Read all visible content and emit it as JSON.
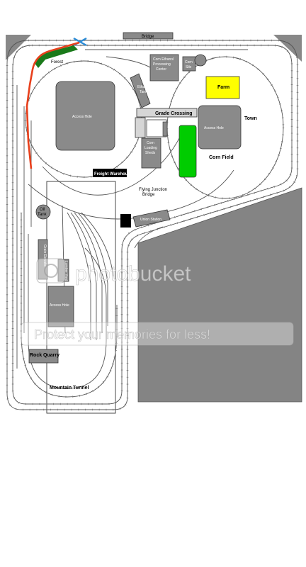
{
  "labels": {
    "bridge": "Bridge",
    "forest": "Forest",
    "corn_ethanol": [
      "Corn Ethanol",
      "Processing",
      "Center"
    ],
    "corn_silo": [
      "Corn",
      "Silo"
    ],
    "farm": "Farm",
    "access_hole": "Access Hole",
    "access_hole_right": "Access Hole",
    "access_hole_lower": "Access Hole",
    "ethanol_tank": [
      "Ethanol",
      "Tank"
    ],
    "grade_crossing": "Grade Crossing",
    "town": "Town",
    "corn_loading_sheds": [
      "Corn",
      "Loading",
      "Sheds"
    ],
    "corn_field": "Corn Field",
    "freight_warehouse": "Freight Warehouse",
    "flying_junction": [
      "Flying Junction",
      "Bridge"
    ],
    "oil_tank": [
      "Oil",
      "Tank"
    ],
    "union_station": "Union Station",
    "rock_quarry": "Rock Quarry",
    "mountain_tunnel": "Mountain Tunnel",
    "grain_elevator": "Grain Elevator",
    "lumber_yard": "Lumber Yard"
  },
  "watermark": {
    "brand": "photobucket",
    "tagline": "Protect your memories for less!"
  },
  "colors": {
    "track": "#555555",
    "building": "#8a8a8a",
    "platform": "#d6d6d6",
    "farm": "#ffff00",
    "corn_field": "#00cc00",
    "forest": "#1a7a1a",
    "forest_route": "#e8401c",
    "bridge_marker": "#2a8bd6",
    "freight_warehouse": "#000000",
    "union_station_annex": "#000000"
  }
}
